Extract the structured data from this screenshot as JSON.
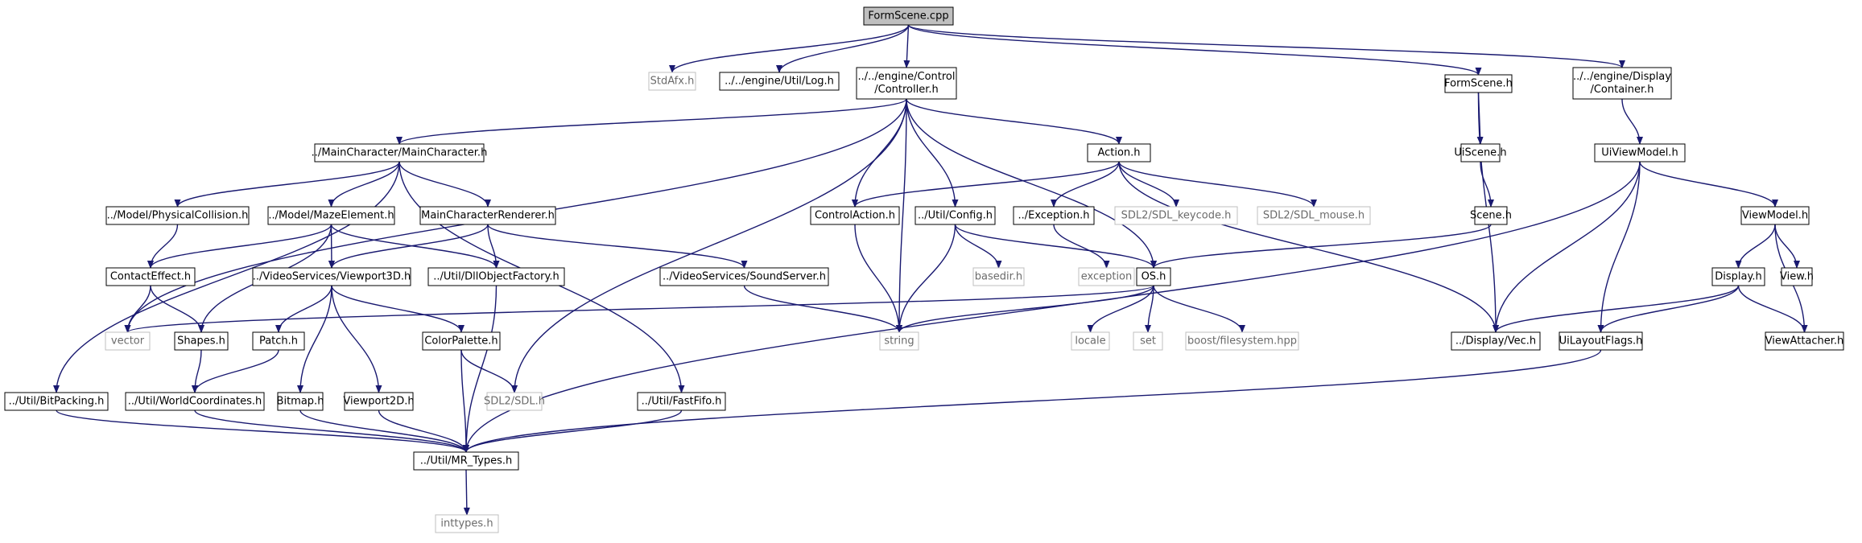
{
  "diagram": {
    "style": {
      "edge_color": "#191970",
      "ext_border": "#bfbfbf",
      "root_fill": "#bfbfbf"
    },
    "nodes": [
      {
        "id": "formscene_cpp",
        "lines": [
          "FormScene.cpp"
        ],
        "kind": "root"
      },
      {
        "id": "stdafx",
        "lines": [
          "StdAfx.h"
        ],
        "kind": "ext"
      },
      {
        "id": "log",
        "lines": [
          "../../engine/Util/Log.h"
        ],
        "kind": "local"
      },
      {
        "id": "controller",
        "lines": [
          "../../engine/Control",
          "/Controller.h"
        ],
        "kind": "local"
      },
      {
        "id": "formscene_h",
        "lines": [
          "FormScene.h"
        ],
        "kind": "local"
      },
      {
        "id": "container",
        "lines": [
          "../../engine/Display",
          "/Container.h"
        ],
        "kind": "local"
      },
      {
        "id": "maincharacter",
        "lines": [
          "../MainCharacter/MainCharacter.h"
        ],
        "kind": "local"
      },
      {
        "id": "action",
        "lines": [
          "Action.h"
        ],
        "kind": "local"
      },
      {
        "id": "uiscene",
        "lines": [
          "UiScene.h"
        ],
        "kind": "local"
      },
      {
        "id": "uiviewmodel",
        "lines": [
          "UiViewModel.h"
        ],
        "kind": "local"
      },
      {
        "id": "physcoll",
        "lines": [
          "../Model/PhysicalCollision.h"
        ],
        "kind": "local"
      },
      {
        "id": "mazeelement",
        "lines": [
          "../Model/MazeElement.h"
        ],
        "kind": "local"
      },
      {
        "id": "mcrenderer",
        "lines": [
          "MainCharacterRenderer.h"
        ],
        "kind": "local"
      },
      {
        "id": "controlaction",
        "lines": [
          "ControlAction.h"
        ],
        "kind": "local"
      },
      {
        "id": "config",
        "lines": [
          "../Util/Config.h"
        ],
        "kind": "local"
      },
      {
        "id": "exception_h",
        "lines": [
          "../Exception.h"
        ],
        "kind": "local"
      },
      {
        "id": "sdl_keycode",
        "lines": [
          "SDL2/SDL_keycode.h"
        ],
        "kind": "ext"
      },
      {
        "id": "sdl_mouse",
        "lines": [
          "SDL2/SDL_mouse.h"
        ],
        "kind": "ext"
      },
      {
        "id": "scene",
        "lines": [
          "Scene.h"
        ],
        "kind": "local"
      },
      {
        "id": "viewmodel",
        "lines": [
          "ViewModel.h"
        ],
        "kind": "local"
      },
      {
        "id": "contacteffect",
        "lines": [
          "ContactEffect.h"
        ],
        "kind": "local"
      },
      {
        "id": "viewport3d",
        "lines": [
          "../VideoServices/Viewport3D.h"
        ],
        "kind": "local"
      },
      {
        "id": "dllfactory",
        "lines": [
          "../Util/DllObjectFactory.h"
        ],
        "kind": "local"
      },
      {
        "id": "soundserver",
        "lines": [
          "../VideoServices/SoundServer.h"
        ],
        "kind": "local"
      },
      {
        "id": "basedir",
        "lines": [
          "basedir.h"
        ],
        "kind": "ext"
      },
      {
        "id": "exception",
        "lines": [
          "exception"
        ],
        "kind": "ext"
      },
      {
        "id": "os",
        "lines": [
          "OS.h"
        ],
        "kind": "local"
      },
      {
        "id": "display",
        "lines": [
          "Display.h"
        ],
        "kind": "local"
      },
      {
        "id": "view",
        "lines": [
          "View.h"
        ],
        "kind": "local"
      },
      {
        "id": "vector",
        "lines": [
          "vector"
        ],
        "kind": "ext"
      },
      {
        "id": "shapes",
        "lines": [
          "Shapes.h"
        ],
        "kind": "local"
      },
      {
        "id": "patch",
        "lines": [
          "Patch.h"
        ],
        "kind": "local"
      },
      {
        "id": "colorpalette",
        "lines": [
          "ColorPalette.h"
        ],
        "kind": "local"
      },
      {
        "id": "string",
        "lines": [
          "string"
        ],
        "kind": "ext"
      },
      {
        "id": "locale",
        "lines": [
          "locale"
        ],
        "kind": "ext"
      },
      {
        "id": "set",
        "lines": [
          "set"
        ],
        "kind": "ext"
      },
      {
        "id": "boostfs",
        "lines": [
          "boost/filesystem.hpp"
        ],
        "kind": "ext"
      },
      {
        "id": "vec",
        "lines": [
          "../Display/Vec.h"
        ],
        "kind": "local"
      },
      {
        "id": "uilayoutflags",
        "lines": [
          "UiLayoutFlags.h"
        ],
        "kind": "local"
      },
      {
        "id": "viewattacher",
        "lines": [
          "ViewAttacher.h"
        ],
        "kind": "local"
      },
      {
        "id": "bitpacking",
        "lines": [
          "../Util/BitPacking.h"
        ],
        "kind": "local"
      },
      {
        "id": "worldcoords",
        "lines": [
          "../Util/WorldCoordinates.h"
        ],
        "kind": "local"
      },
      {
        "id": "bitmap",
        "lines": [
          "Bitmap.h"
        ],
        "kind": "local"
      },
      {
        "id": "viewport2d",
        "lines": [
          "Viewport2D.h"
        ],
        "kind": "local"
      },
      {
        "id": "sdl",
        "lines": [
          "SDL2/SDL.h"
        ],
        "kind": "ext"
      },
      {
        "id": "fastfifo",
        "lines": [
          "../Util/FastFifo.h"
        ],
        "kind": "local"
      },
      {
        "id": "mrtypes",
        "lines": [
          "../Util/MR_Types.h"
        ],
        "kind": "local"
      },
      {
        "id": "inttypes",
        "lines": [
          "inttypes.h"
        ],
        "kind": "ext"
      }
    ],
    "edges": [
      [
        "formscene_cpp",
        "stdafx"
      ],
      [
        "formscene_cpp",
        "log"
      ],
      [
        "formscene_cpp",
        "controller"
      ],
      [
        "formscene_cpp",
        "formscene_h"
      ],
      [
        "formscene_cpp",
        "container"
      ],
      [
        "controller",
        "maincharacter"
      ],
      [
        "controller",
        "vector"
      ],
      [
        "controller",
        "sdl"
      ],
      [
        "controller",
        "string"
      ],
      [
        "controller",
        "controlaction"
      ],
      [
        "controller",
        "config"
      ],
      [
        "controller",
        "action"
      ],
      [
        "controller",
        "os"
      ],
      [
        "maincharacter",
        "physcoll"
      ],
      [
        "maincharacter",
        "mazeelement"
      ],
      [
        "maincharacter",
        "mcrenderer"
      ],
      [
        "maincharacter",
        "bitpacking"
      ],
      [
        "maincharacter",
        "fastfifo"
      ],
      [
        "action",
        "controlaction"
      ],
      [
        "action",
        "exception_h"
      ],
      [
        "action",
        "sdl_keycode"
      ],
      [
        "action",
        "sdl_mouse"
      ],
      [
        "action",
        "vec"
      ],
      [
        "formscene_h",
        "uiscene"
      ],
      [
        "formscene_h",
        "vec"
      ],
      [
        "uiscene",
        "scene"
      ],
      [
        "scene",
        "os"
      ],
      [
        "container",
        "uiviewmodel"
      ],
      [
        "uiviewmodel",
        "viewmodel"
      ],
      [
        "uiviewmodel",
        "vec"
      ],
      [
        "uiviewmodel",
        "uilayoutflags"
      ],
      [
        "uiviewmodel",
        "mrtypes"
      ],
      [
        "viewmodel",
        "display"
      ],
      [
        "viewmodel",
        "view"
      ],
      [
        "viewmodel",
        "viewattacher"
      ],
      [
        "display",
        "vec"
      ],
      [
        "display",
        "uilayoutflags"
      ],
      [
        "display",
        "viewattacher"
      ],
      [
        "uilayoutflags",
        "mrtypes"
      ],
      [
        "physcoll",
        "contacteffect"
      ],
      [
        "mazeelement",
        "contacteffect"
      ],
      [
        "mazeelement",
        "shapes"
      ],
      [
        "mazeelement",
        "viewport3d"
      ],
      [
        "mazeelement",
        "dllfactory"
      ],
      [
        "mcrenderer",
        "viewport3d"
      ],
      [
        "mcrenderer",
        "dllfactory"
      ],
      [
        "mcrenderer",
        "soundserver"
      ],
      [
        "contacteffect",
        "vector"
      ],
      [
        "contacteffect",
        "shapes"
      ],
      [
        "viewport3d",
        "patch"
      ],
      [
        "viewport3d",
        "bitmap"
      ],
      [
        "viewport3d",
        "viewport2d"
      ],
      [
        "viewport3d",
        "colorpalette"
      ],
      [
        "dllfactory",
        "mrtypes"
      ],
      [
        "soundserver",
        "string"
      ],
      [
        "controlaction",
        "string"
      ],
      [
        "config",
        "string"
      ],
      [
        "config",
        "basedir"
      ],
      [
        "config",
        "os"
      ],
      [
        "exception_h",
        "exception"
      ],
      [
        "os",
        "vector"
      ],
      [
        "os",
        "string"
      ],
      [
        "os",
        "locale"
      ],
      [
        "os",
        "set"
      ],
      [
        "os",
        "boostfs"
      ],
      [
        "shapes",
        "worldcoords"
      ],
      [
        "patch",
        "worldcoords"
      ],
      [
        "colorpalette",
        "sdl"
      ],
      [
        "colorpalette",
        "mrtypes"
      ],
      [
        "bitpacking",
        "mrtypes"
      ],
      [
        "worldcoords",
        "mrtypes"
      ],
      [
        "bitmap",
        "mrtypes"
      ],
      [
        "viewport2d",
        "mrtypes"
      ],
      [
        "fastfifo",
        "mrtypes"
      ],
      [
        "mrtypes",
        "inttypes"
      ]
    ]
  }
}
